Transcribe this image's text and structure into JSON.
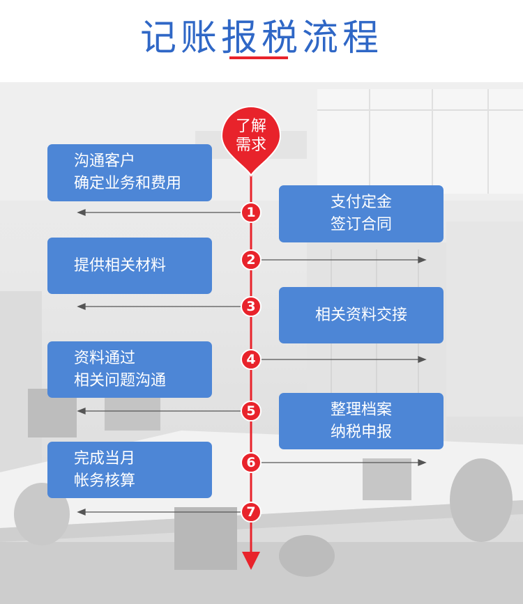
{
  "title": "记账报税流程",
  "start": {
    "line1": "了解",
    "line2": "需求"
  },
  "steps": [
    {
      "num": "1",
      "side": "left",
      "line1": "沟通客户",
      "line2": "确定业务和费用"
    },
    {
      "num": "2",
      "side": "right",
      "line1": "支付定金",
      "line2": "签订合同"
    },
    {
      "num": "3",
      "side": "left",
      "line1": "提供相关材料",
      "line2": ""
    },
    {
      "num": "4",
      "side": "right",
      "line1": "相关资料交接",
      "line2": ""
    },
    {
      "num": "5",
      "side": "left",
      "line1": "资料通过",
      "line2": "相关问题沟通"
    },
    {
      "num": "6",
      "side": "right",
      "line1": "整理档案",
      "line2": "纳税申报"
    },
    {
      "num": "7",
      "side": "left",
      "line1": "完成当月",
      "line2": "帐务核算"
    }
  ],
  "colors": {
    "title": "#2f67c6",
    "accent_red": "#e8232b",
    "box_blue": "#4d86d6"
  }
}
